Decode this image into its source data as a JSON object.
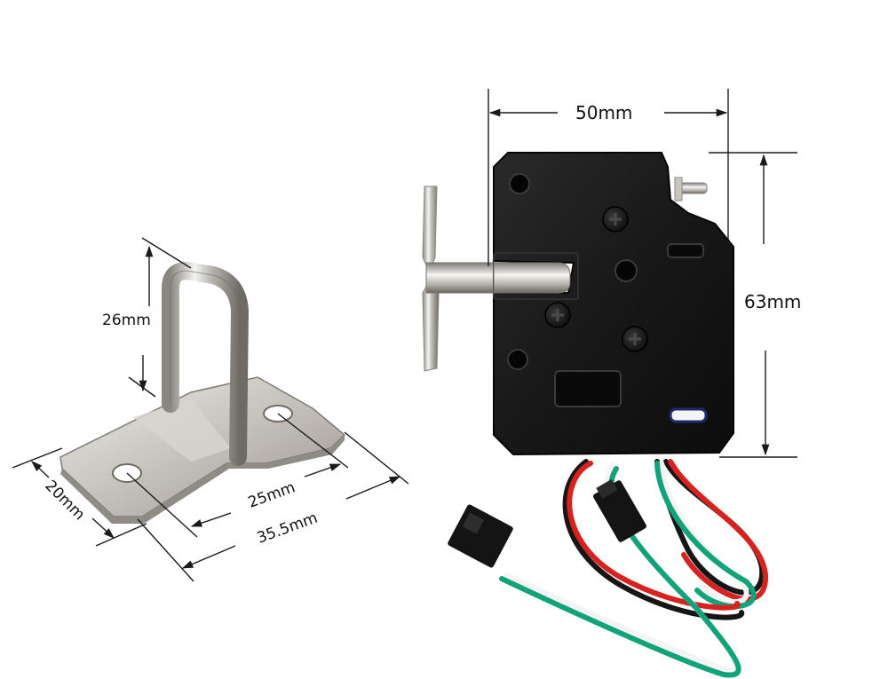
{
  "figure": {
    "background": "#ffffff",
    "products": [
      {
        "id": "strike-plate",
        "description": "Stainless steel U-shaped strike plate / catch",
        "dimensions": {
          "bar_height": "26mm",
          "plate_width": "20mm",
          "hole_spacing": "25mm",
          "plate_length": "35.5mm"
        }
      },
      {
        "id": "electronic-lock",
        "description": "Black electronic cabinet lock with latch bolt and 4-wire harness",
        "dimensions": {
          "body_width": "50mm",
          "body_height": "63mm"
        },
        "wire_colors": {
          "red": "#d8221f",
          "black": "#161616",
          "white": "#f4f4f4",
          "green": "#13a37a"
        }
      }
    ]
  },
  "colors": {
    "lock_body": "#161616",
    "steel_light": "#e8e6e2",
    "steel_mid": "#bcb8b2",
    "steel_dark": "#8a8680",
    "dimension_line": "#1a1a1a",
    "connector": "#141414"
  }
}
